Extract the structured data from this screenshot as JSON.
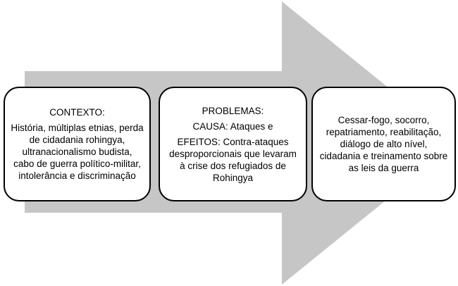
{
  "colors": {
    "arrow": "#c6c6c6",
    "box_border": "#000000"
  },
  "boxes": [
    {
      "title": "CONTEXTO:",
      "body": "História, múltiplas etnias, perda de cidadania rohingya, ultranacionalismo budista, cabo de guerra político-militar, intolerância e discriminação"
    },
    {
      "title": "PROBLEMAS:",
      "cause": "CAUSA: Ataques e",
      "effects": "EFEITOS: Contra-ataques desproporcionais que levaram à crise dos refugiados de Rohingya"
    },
    {
      "body": "Cessar-fogo, socorro, repatriamento, reabilitação, diálogo de alto nível, cidadania e treinamento sobre as leis da guerra"
    }
  ]
}
